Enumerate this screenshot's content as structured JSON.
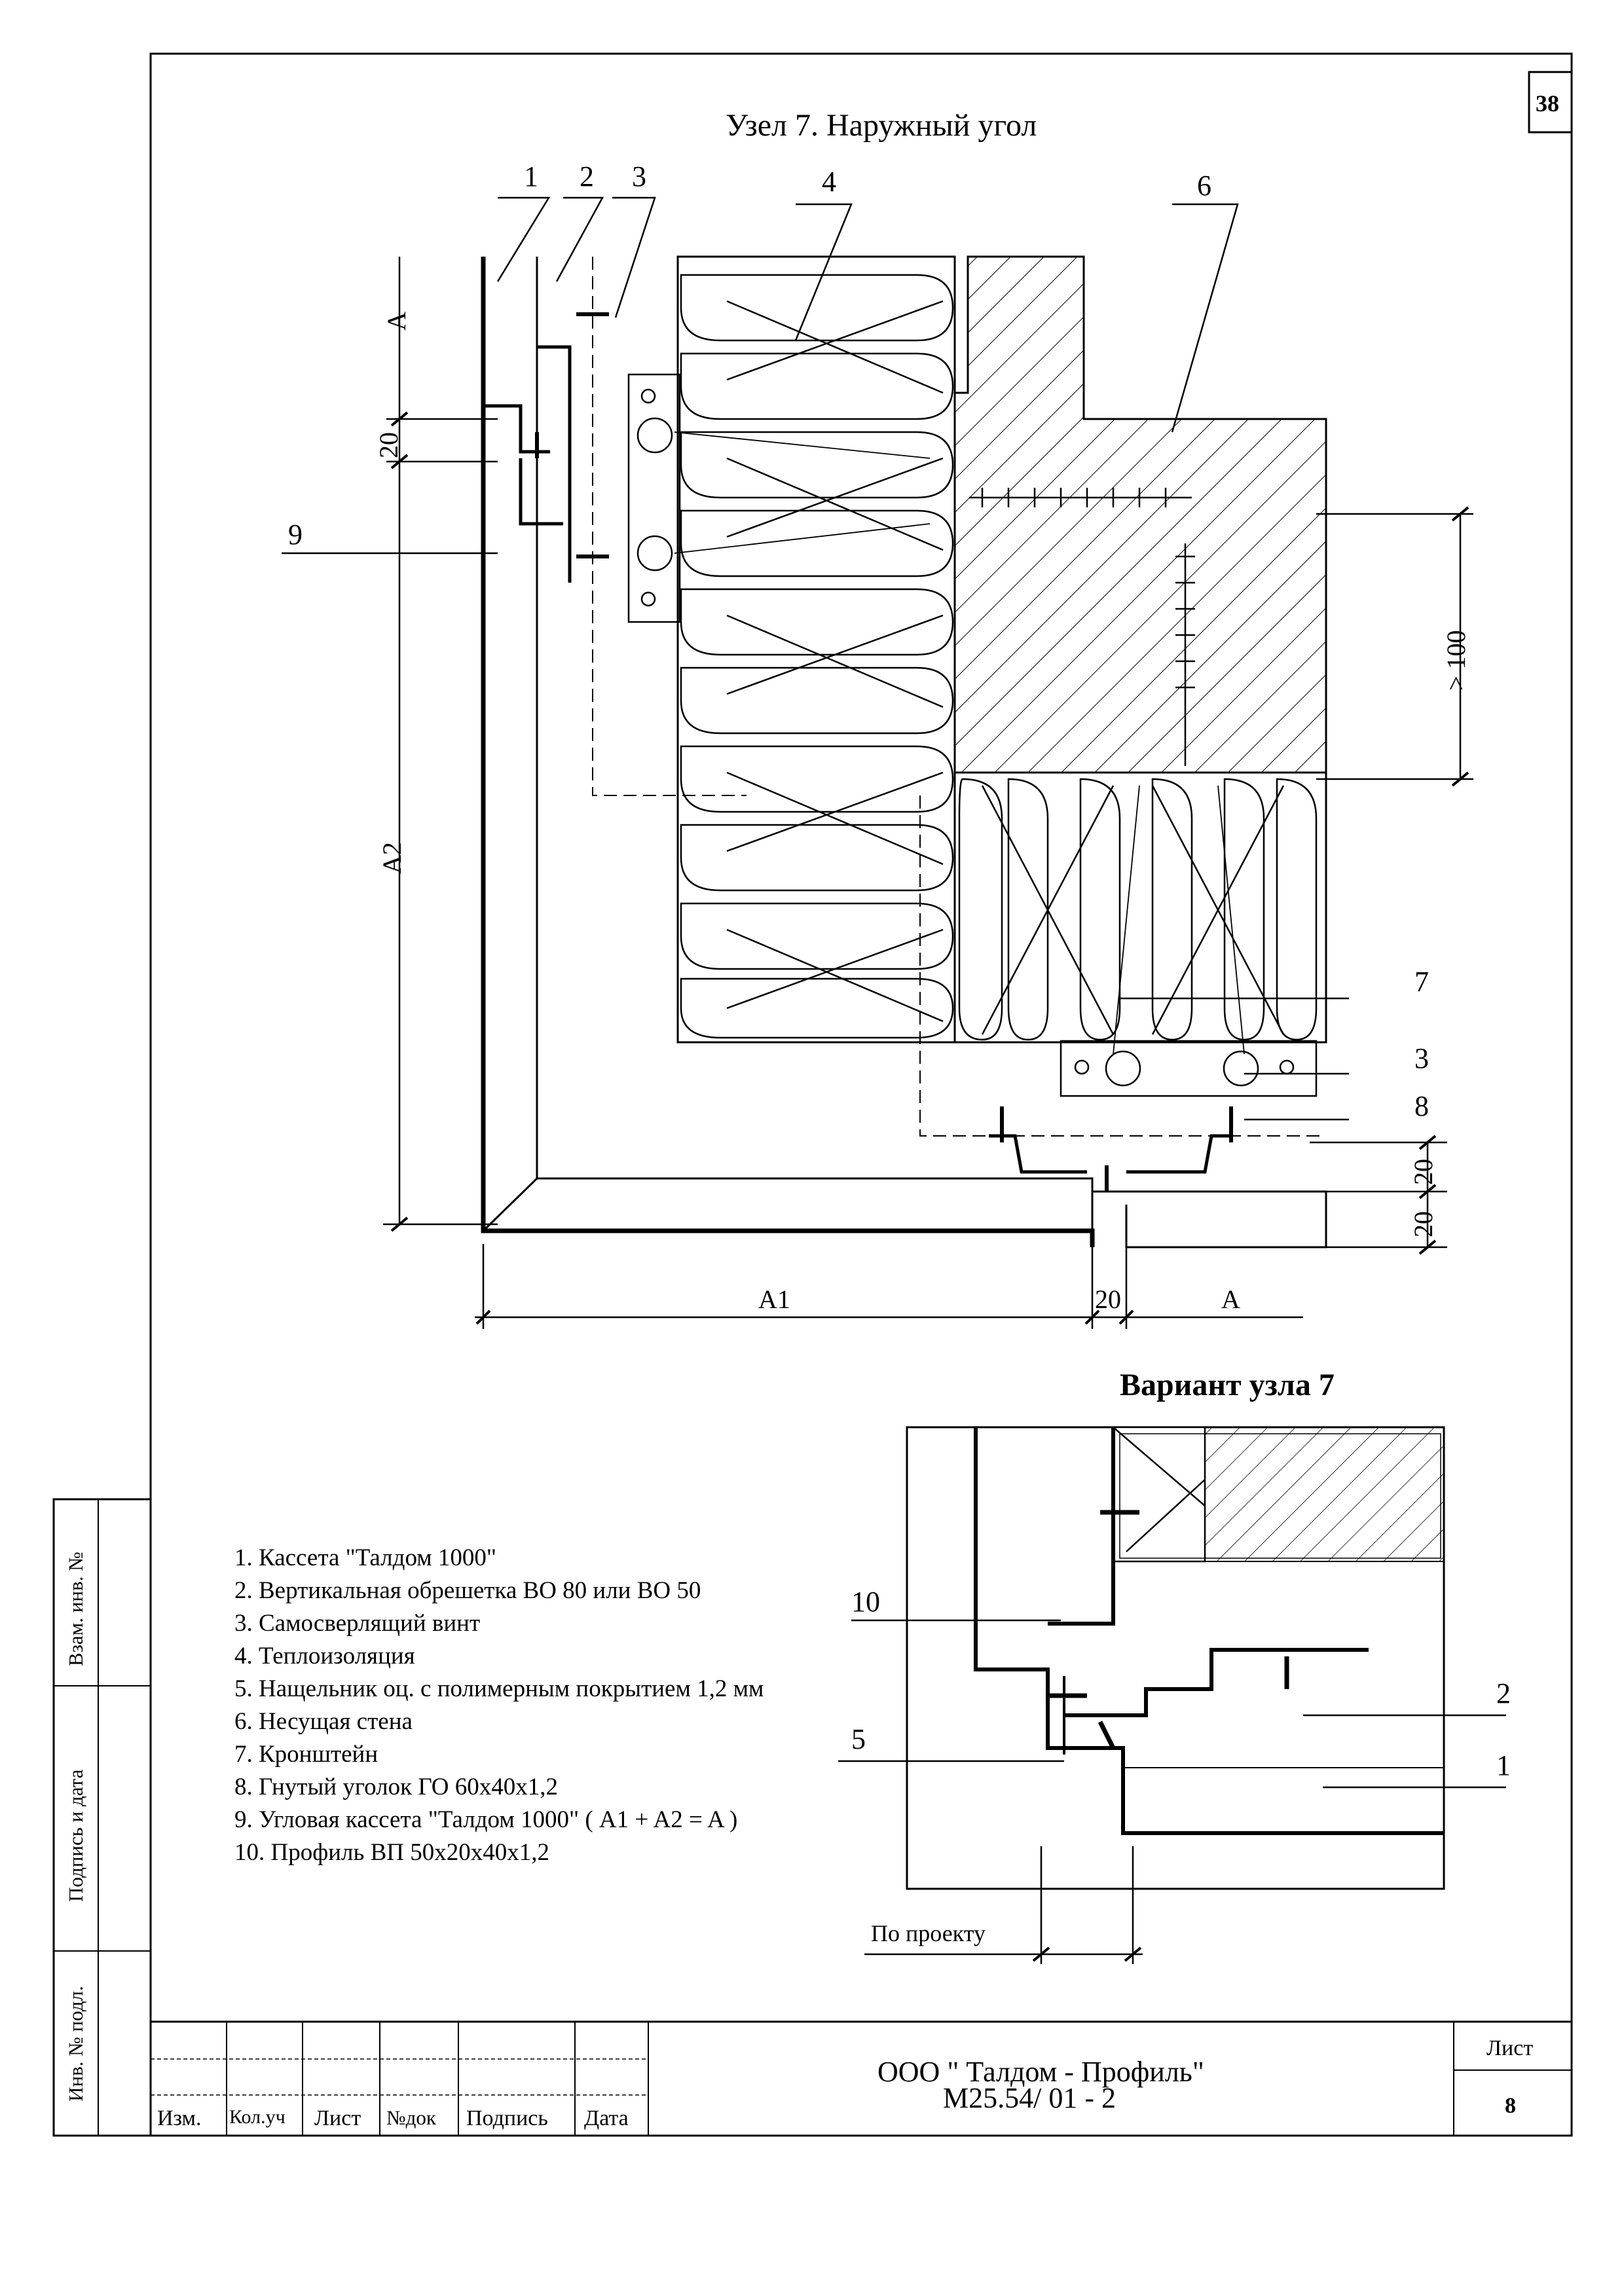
{
  "sheet_number_corner": "38",
  "main_title": "Узел 7. Наружный угол",
  "variant_title": "Вариант узла 7",
  "callouts": {
    "c1": "1",
    "c2": "2",
    "c3": "3",
    "c4": "4",
    "c6": "6",
    "c9": "9",
    "c7": "7",
    "c3b": "3",
    "c8": "8",
    "v10": "10",
    "v5": "5",
    "v2": "2",
    "v1": "1"
  },
  "dimensions": {
    "a_top": "A",
    "d20_left": "20",
    "a2": "A2",
    "gt100": "> 100",
    "d20_r1": "20",
    "d20_r2": "20",
    "a1": "A1",
    "d20_bottom": "20",
    "a_bottom": "A",
    "po_proektu": "По проекту"
  },
  "legend": [
    "1. Кассета \"Талдом 1000\"",
    "2. Вертикальная обрешетка ВО 80 или ВО 50",
    "3. Самосверлящий винт",
    "4. Теплоизоляция",
    "5. Нащельник оц. с полимерным покрытием 1,2 мм",
    "6. Несущая стена",
    "7. Кронштейн",
    "8. Гнутый уголок ГО 60х40х1,2",
    "9. Угловая кассета \"Талдом 1000\" ( A1 + A2 = A )",
    "10. Профиль ВП 50х20х40х1,2"
  ],
  "side_stamp": {
    "vzam": "Взам. инв. №",
    "podpis": "Подпись и дата",
    "inv": "Инв. № подл."
  },
  "title_block": {
    "cols": [
      "Изм.",
      "Кол.уч",
      "Лист",
      "№док",
      "Подпись",
      "Дата"
    ],
    "company": "ООО \" Талдом - Профиль\"",
    "code": "М25.54/ 01 - 2",
    "sheet_label": "Лист",
    "sheet_number": "8"
  }
}
